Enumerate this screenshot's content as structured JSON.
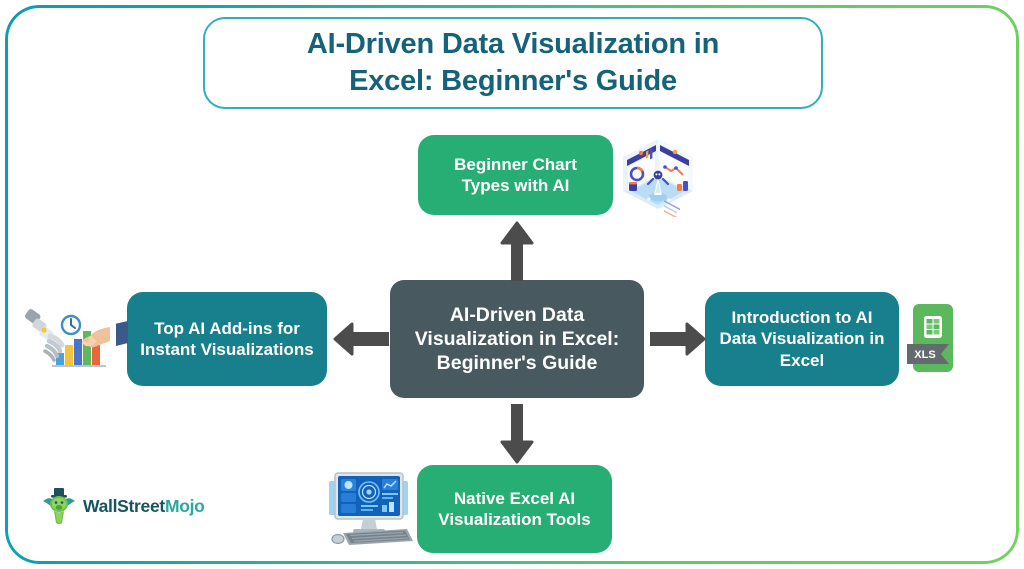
{
  "page": {
    "title": "AI-Driven Data Visualization in Excel: Beginner's Guide",
    "background_color": "#ffffff",
    "frame_gradient_from": "#0c9cb4",
    "frame_gradient_to": "#72d35e"
  },
  "header": {
    "title_line_1": "AI-Driven Data Visualization in",
    "title_line_2": "Excel: Beginner's Guide",
    "title_color": "#15637a",
    "border_color": "#2fafc0"
  },
  "diagram": {
    "type": "hub-and-spoke",
    "center": {
      "label": "AI-Driven Data Visualization in Excel: Beginner's Guide",
      "color": "#48595f",
      "text_color": "#ffffff"
    },
    "nodes": [
      {
        "id": "top",
        "label": "Beginner Chart Types with AI",
        "color": "#27ae74",
        "text_color": "#ffffff",
        "arrow": "arrow-up-icon",
        "icon": "isometric-dashboard-icon"
      },
      {
        "id": "left",
        "label": "Top AI Add-ins for Instant Visualizations",
        "color": "#17808c",
        "text_color": "#ffffff",
        "arrow": "arrow-left-icon",
        "icon": "robot-hand-bar-chart-icon"
      },
      {
        "id": "right",
        "label": "Introduction to AI Data Visualization in Excel",
        "color": "#17808c",
        "text_color": "#ffffff",
        "arrow": "arrow-right-icon",
        "icon": "excel-xls-file-icon"
      },
      {
        "id": "bottom",
        "label": "Native Excel AI Visualization Tools",
        "color": "#27ae74",
        "text_color": "#ffffff",
        "arrow": "arrow-down-icon",
        "icon": "desktop-computer-icon"
      }
    ],
    "arrow_color": "#4c4c4c"
  },
  "icons": {
    "excel_badge_label": "XLS"
  },
  "logo": {
    "name_part_1": "WallStreet",
    "name_part_2": "Mojo",
    "color_part_1": "#17555e",
    "color_part_2": "#2aa8a0",
    "mark": "bull-mascot-icon"
  }
}
